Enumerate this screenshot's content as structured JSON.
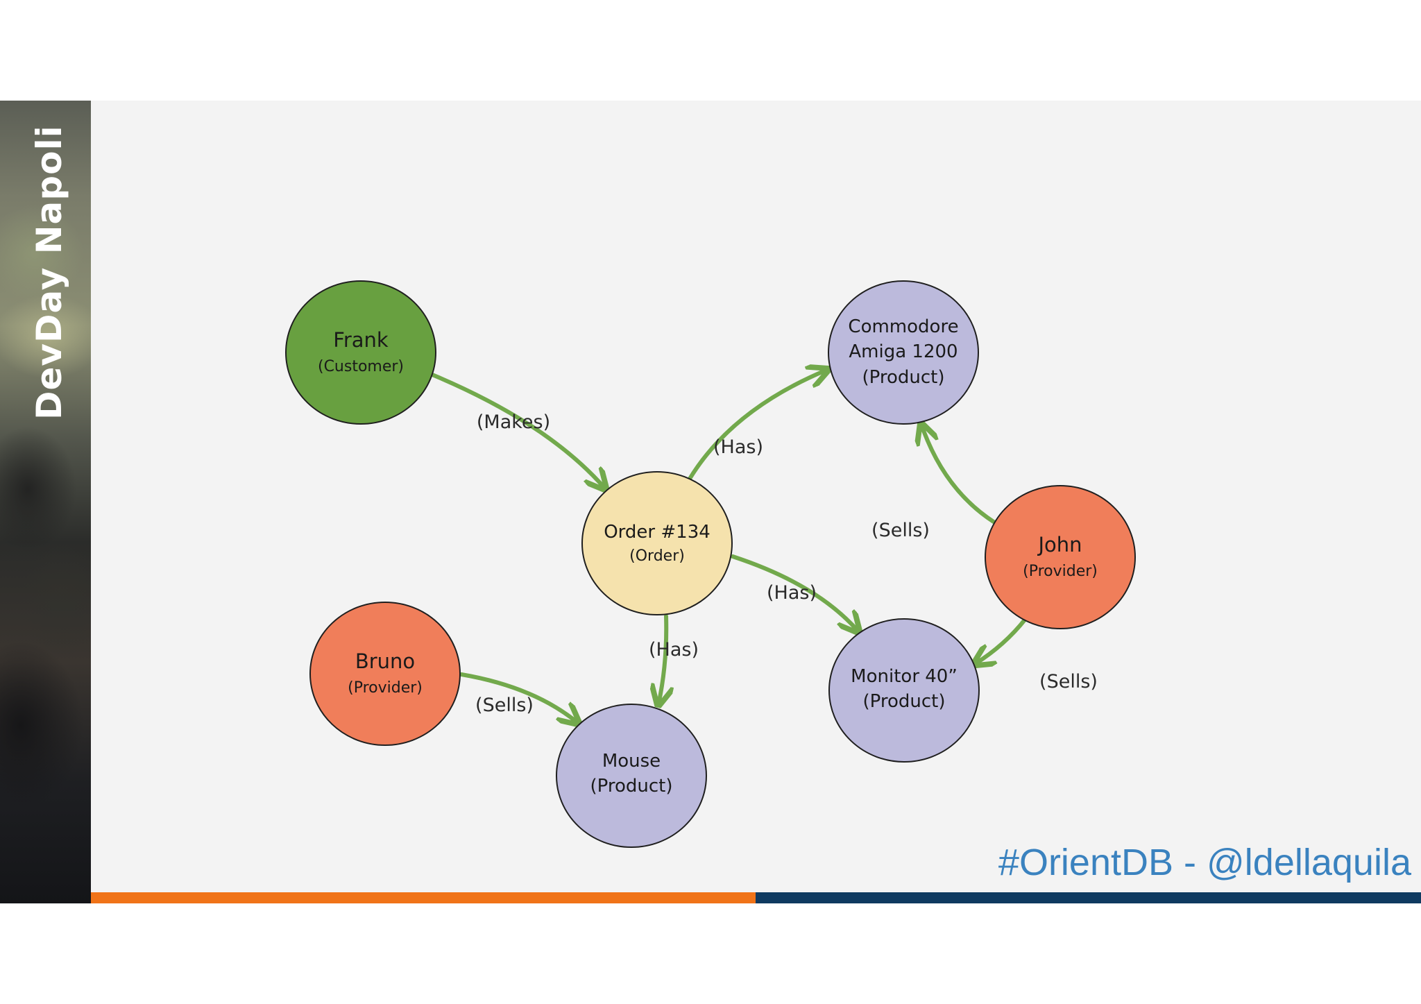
{
  "sidebar": {
    "brand": "DevDay Napoli"
  },
  "footer": {
    "hashtag": "#OrientDB - @ldellaquila"
  },
  "colors": {
    "customer": "#68a040",
    "provider": "#f07e5a",
    "product": "#bcbadc",
    "order": "#f5e2ad",
    "edge": "#72a94c",
    "accent_orange": "#f07318",
    "accent_navy": "#0f3a60",
    "link_blue": "#3a82bf"
  },
  "nodes": {
    "frank": {
      "lines": [
        "Frank",
        "(Customer)"
      ]
    },
    "commodore": {
      "lines": [
        "Commodore",
        "Amiga 1200",
        "(Product)"
      ]
    },
    "order": {
      "lines": [
        "Order #134",
        "(Order)"
      ]
    },
    "john": {
      "lines": [
        "John",
        "(Provider)"
      ]
    },
    "bruno": {
      "lines": [
        "Bruno",
        "(Provider)"
      ]
    },
    "monitor": {
      "lines": [
        "Monitor 40”",
        "(Product)"
      ]
    },
    "mouse": {
      "lines": [
        "Mouse",
        "(Product)"
      ]
    }
  },
  "edges": {
    "frank_order": "(Makes)",
    "order_commodore": "(Has)",
    "john_commodore": "(Sells)",
    "order_monitor": "(Has)",
    "order_mouse": "(Has)",
    "john_monitor": "(Sells)",
    "bruno_mouse": "(Sells)"
  }
}
